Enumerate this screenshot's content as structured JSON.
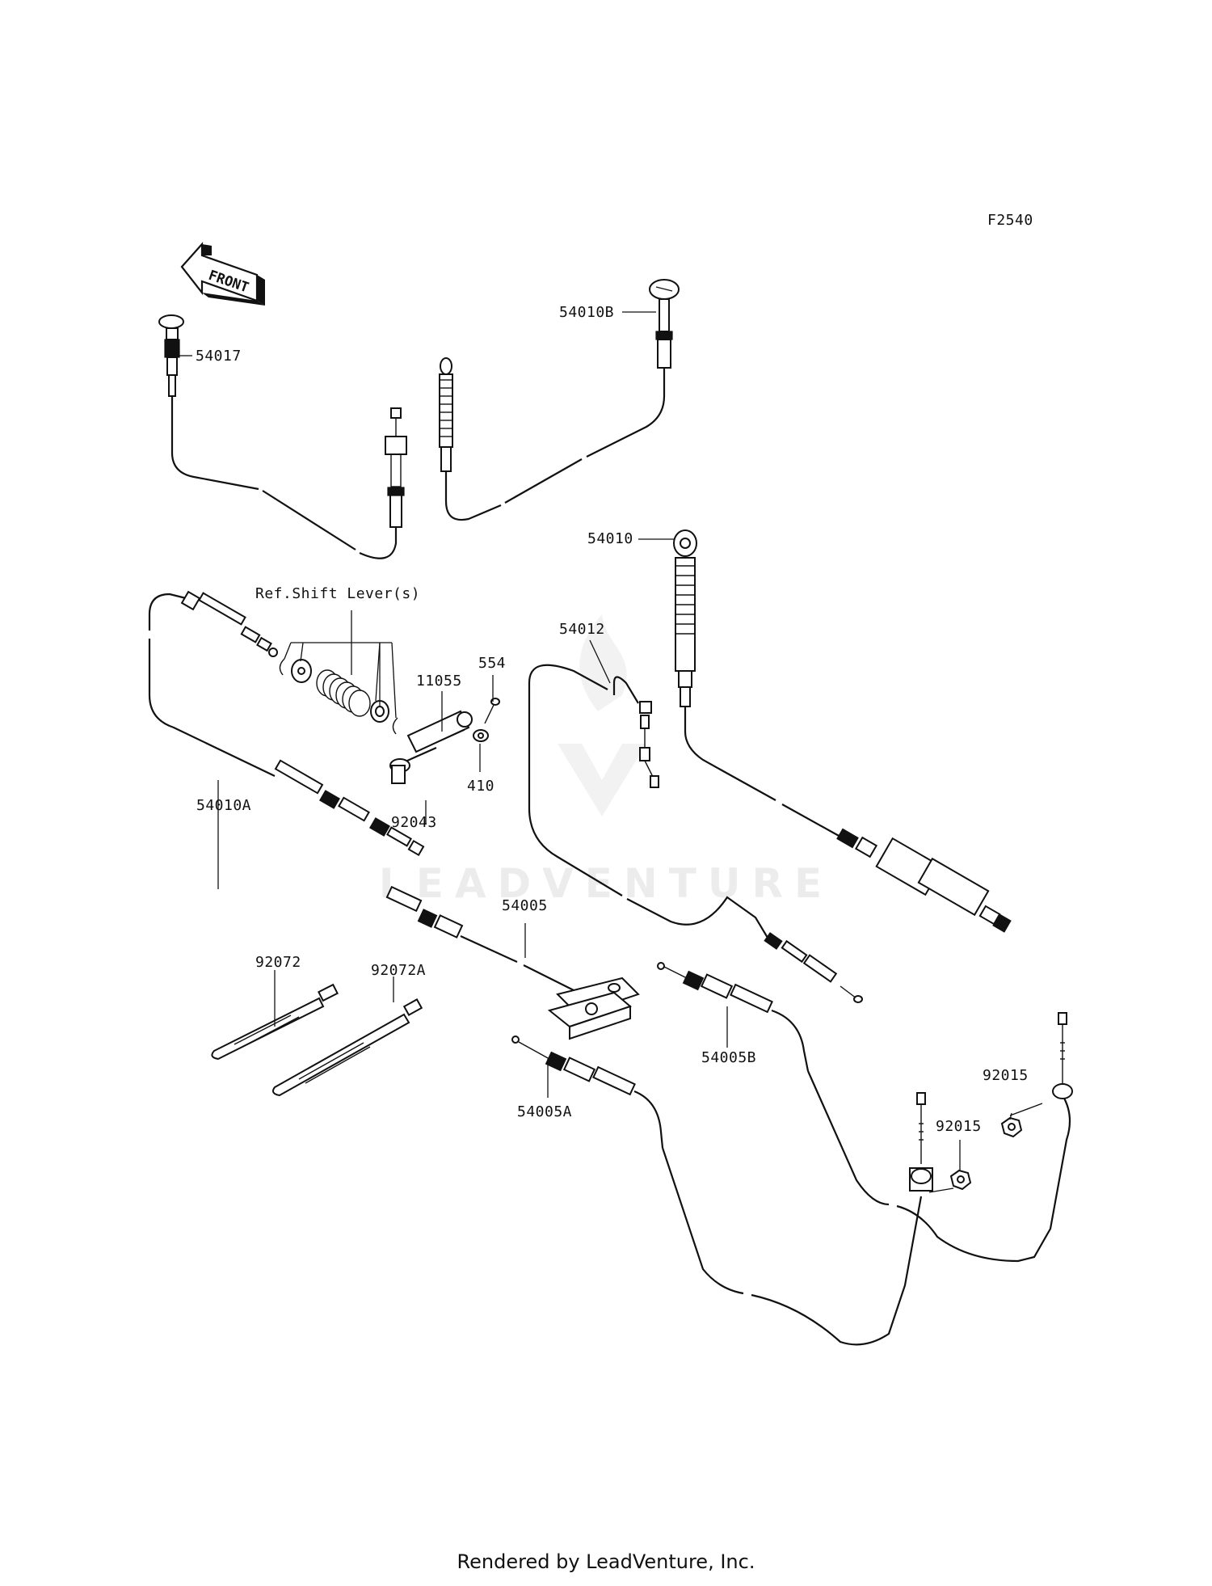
{
  "figure_code": "F2540",
  "front_arrow": "FRONT",
  "watermark": "LEADVENTURE",
  "footer": "Rendered by LeadVenture, Inc.",
  "callouts": {
    "c54017": "54017",
    "c54010B": "54010B",
    "c54010": "54010",
    "ref_shift": "Ref.Shift Lever(s)",
    "c54012": "54012",
    "c11055": "11055",
    "c554": "554",
    "c410": "410",
    "c54010A": "54010A",
    "c92043": "92043",
    "c54005": "54005",
    "c92072": "92072",
    "c92072A": "92072A",
    "c54005B": "54005B",
    "c54005A": "54005A",
    "c92015a": "92015",
    "c92015b": "92015"
  }
}
